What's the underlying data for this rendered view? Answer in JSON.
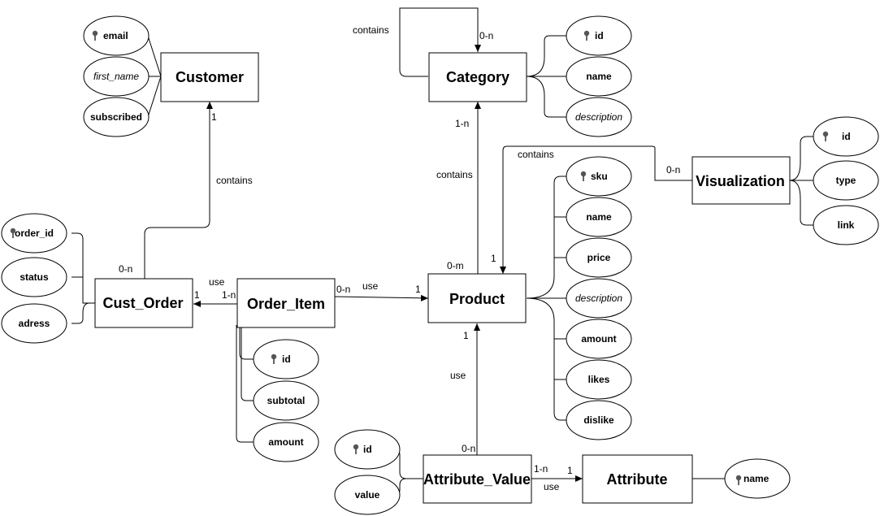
{
  "entities": {
    "customer": "Customer",
    "category": "Category",
    "visualization": "Visualization",
    "cust_order": "Cust_Order",
    "order_item": "Order_Item",
    "product": "Product",
    "attribute_value": "Attribute_Value",
    "attribute": "Attribute"
  },
  "attributes": {
    "customer": {
      "email": "email",
      "first_name": "first_name",
      "subscribed": "subscribed"
    },
    "category": {
      "id": "id",
      "name": "name",
      "description": "description"
    },
    "visualization": {
      "id": "id",
      "type": "type",
      "link": "link"
    },
    "cust_order": {
      "order_id": "order_id",
      "status": "status",
      "adress": "adress"
    },
    "order_item": {
      "id": "id",
      "subtotal": "subtotal",
      "amount": "amount"
    },
    "product": {
      "sku": "sku",
      "name": "name",
      "price": "price",
      "description": "description",
      "amount": "amount",
      "likes": "likes",
      "dislike": "dislike"
    },
    "attribute_value": {
      "id": "id",
      "value": "value"
    },
    "attribute": {
      "name": "name"
    }
  },
  "relationships": {
    "category_self": {
      "label": "contains",
      "card": "0-n"
    },
    "product_category": {
      "label": "contains",
      "card_product": "0-m",
      "card_category": "1-n"
    },
    "visualization_product": {
      "label": "contains",
      "card_visualization": "0-n",
      "card_product": "1"
    },
    "order_customer": {
      "label": "contains",
      "card_order": "0-n",
      "card_customer": "1"
    },
    "item_order": {
      "label": "use",
      "card_item": "1-n",
      "card_order": "1"
    },
    "item_product": {
      "label": "use",
      "card_item": "0-n",
      "card_product": "1"
    },
    "value_product": {
      "label": "use",
      "card_value": "0-n",
      "card_product": "1"
    },
    "value_attribute": {
      "label": "use",
      "card_value": "1-n",
      "card_attribute": "1"
    }
  },
  "colors": {
    "stroke": "#000000",
    "fill": "#ffffff",
    "key_icon": "#555555"
  }
}
